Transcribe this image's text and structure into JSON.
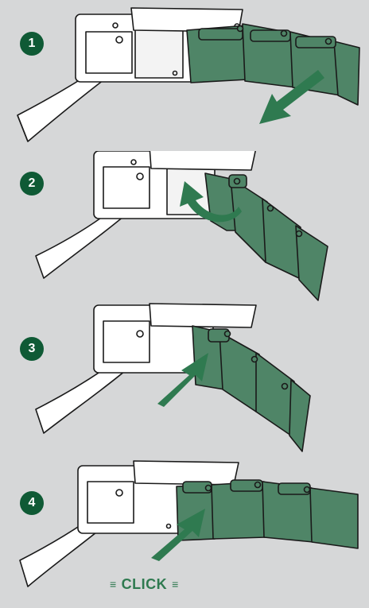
{
  "colors": {
    "background": "#d6d7d8",
    "green_dark": "#0f5a35",
    "green_mid": "#3f7a5a",
    "green_link": "#4f8567",
    "green_arrow": "#2f7a50",
    "metal": "#ffffff",
    "outline": "#1a1a1a"
  },
  "steps": [
    {
      "number": "1"
    },
    {
      "number": "2"
    },
    {
      "number": "3"
    },
    {
      "number": "4"
    }
  ],
  "click_text": "CLICK",
  "icons": {
    "click_sparks": "burst-lines-icon",
    "direction": "arrow-icon"
  }
}
